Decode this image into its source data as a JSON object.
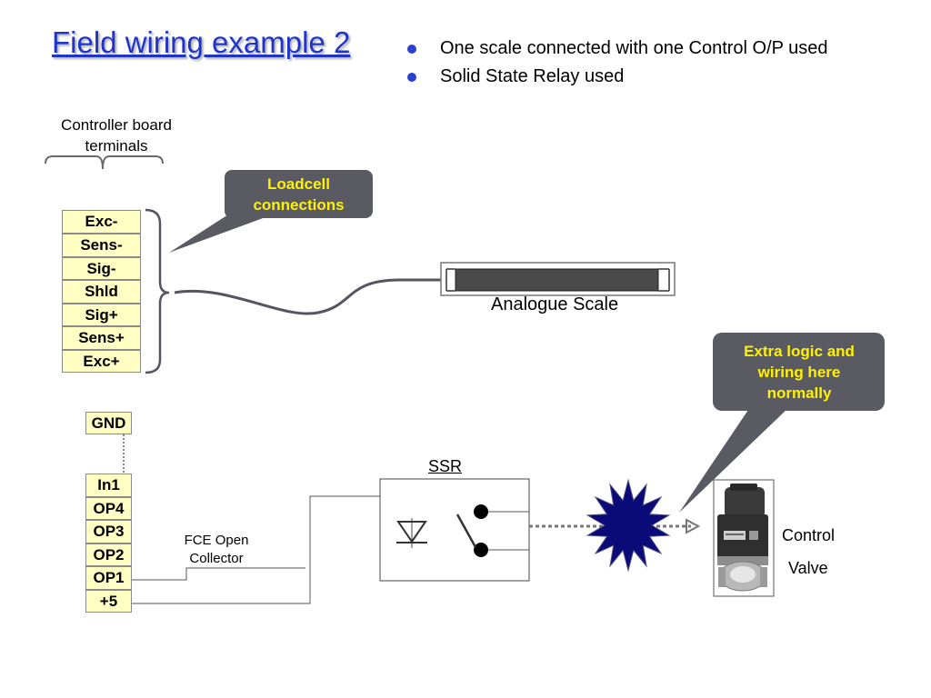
{
  "title": "Field wiring example 2",
  "bullets": [
    "One scale connected with one Control O/P used",
    "Solid State Relay used"
  ],
  "controller_caption": "Controller board terminals",
  "loadcell_terminals": [
    "Exc-",
    "Sens-",
    "Sig-",
    "Shld",
    "Sig+",
    "Sens+",
    "Exc+"
  ],
  "gnd_label": "GND",
  "io_terminals": [
    "In1",
    "OP4",
    "OP3",
    "OP2",
    "OP1",
    "+5"
  ],
  "callouts": {
    "loadcell": "Loadcell connections",
    "extra_logic": "Extra logic and wiring here normally"
  },
  "scale_label": "Analogue Scale",
  "ssr_label": "SSR",
  "fce_label": "FCE Open Collector",
  "valve_label_1": "Control",
  "valve_label_2": "Valve",
  "colors": {
    "title": "#1f34c9",
    "bullet": "#2b3fd0",
    "callout_bg": "#5a5a62",
    "callout_text": "#fff200",
    "terminal_fill": "#ffffc4",
    "burst": "#0a0a78",
    "wire": "#555560"
  }
}
